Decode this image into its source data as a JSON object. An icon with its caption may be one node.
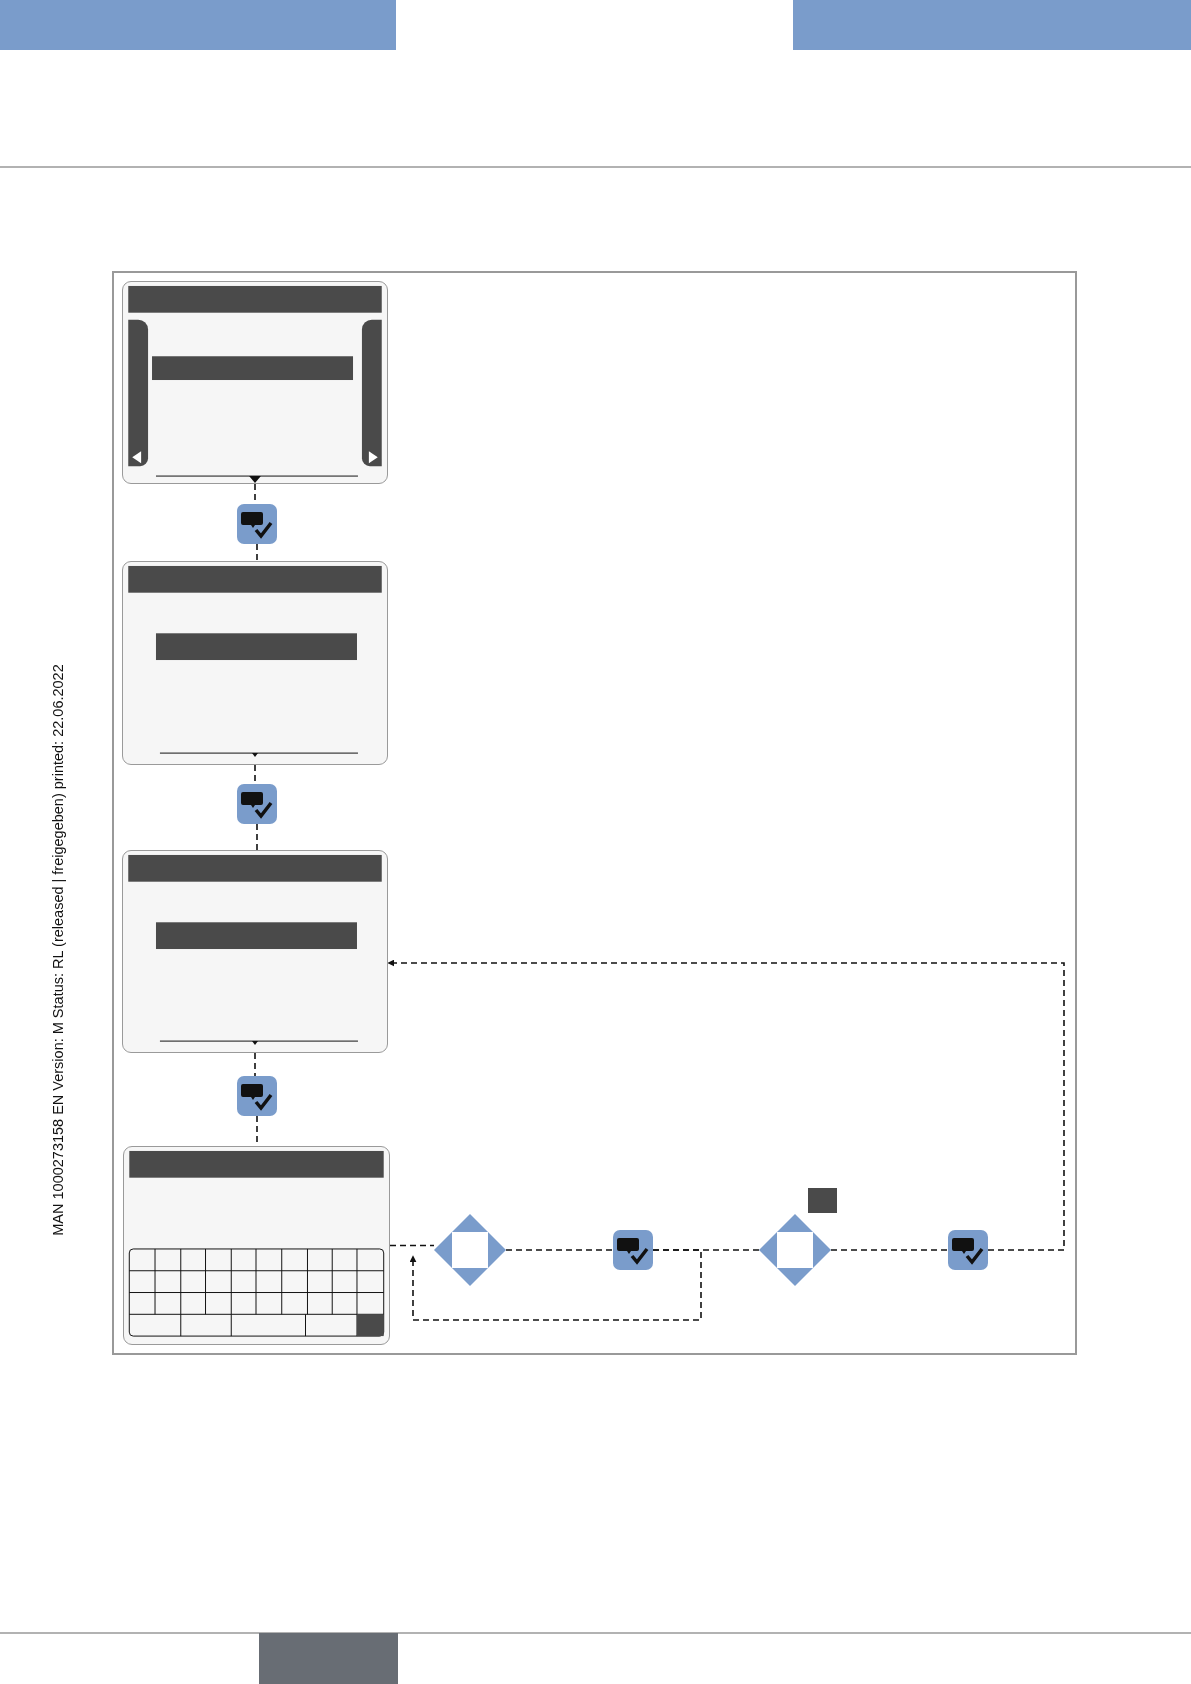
{
  "diagram": {
    "nodes": [
      {
        "text": [],
        "shape": "screen"
      },
      {
        "text": [],
        "shape": "button"
      },
      {
        "text": [],
        "shape": "screen"
      },
      {
        "text": [],
        "shape": "button"
      },
      {
        "text": [],
        "shape": "screen"
      },
      {
        "text": [],
        "shape": "button"
      },
      {
        "text": [],
        "shape": "screen"
      },
      {
        "text": [],
        "shape": "diamond"
      },
      {
        "text": [],
        "shape": "button"
      },
      {
        "text": [],
        "shape": "diamond"
      },
      {
        "text": [],
        "shape": "button"
      }
    ],
    "edges": [
      {
        "from": 0,
        "to": 1,
        "arrow": "none"
      },
      {
        "from": 1,
        "to": 2,
        "arrow": "none"
      },
      {
        "from": 2,
        "to": 3,
        "arrow": "none"
      },
      {
        "from": 3,
        "to": 4,
        "arrow": "none"
      },
      {
        "from": 4,
        "to": 5,
        "arrow": "none"
      },
      {
        "from": 5,
        "to": 6,
        "arrow": "none"
      },
      {
        "from": 6,
        "to": 7,
        "arrow": "none"
      },
      {
        "from": 7,
        "to": 8,
        "arrow": "none"
      },
      {
        "from": 8,
        "to": 9,
        "arrow": "none"
      },
      {
        "from": 9,
        "to": 10,
        "arrow": "none"
      },
      {
        "from": 10,
        "to": 4,
        "arrow": "to"
      },
      {
        "from": 8,
        "to": 7,
        "arrow": "to"
      }
    ],
    "labels": [
      "MAN  1000273158  EN  Version: M Status: RL (released | freigegeben)  printed: 22.06.2022"
    ]
  }
}
